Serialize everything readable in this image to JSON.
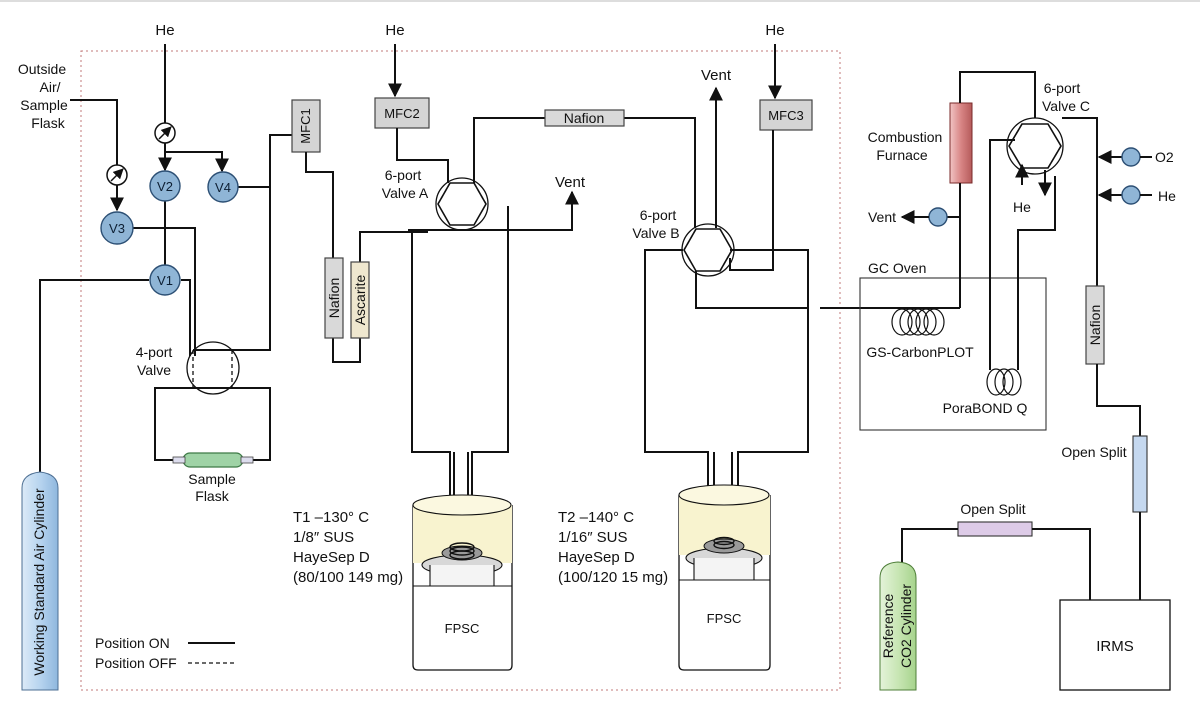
{
  "gases": {
    "he": "He",
    "o2": "O2",
    "vent": "Vent"
  },
  "inlets": {
    "outside_air": [
      "Outside",
      "Air/",
      "Sample",
      "Flask"
    ]
  },
  "valves": {
    "v1": "V1",
    "v2": "V2",
    "v3": "V3",
    "v4": "V4"
  },
  "mfc": {
    "mfc1": "MFC1",
    "mfc2": "MFC2",
    "mfc3": "MFC3"
  },
  "multiport": {
    "four_port": [
      "4-port",
      "Valve"
    ],
    "valve_a": [
      "6-port",
      "Valve A"
    ],
    "valve_b": [
      "6-port",
      "Valve B"
    ],
    "valve_c": [
      "6-port",
      "Valve C"
    ]
  },
  "components": {
    "nafion": "Nafion",
    "ascarite": "Ascarite",
    "sample_flask": [
      "Sample",
      "Flask"
    ],
    "combustion_furnace": [
      "Combustion",
      "Furnace"
    ],
    "gc_oven": "GC Oven",
    "gs_carbonplot": "GS-CarbonPLOT",
    "porabond_q": "PoraBOND Q",
    "open_split": "Open Split",
    "irms": "IRMS",
    "fpsc": "FPSC",
    "working_standard": "Working Standard Air Cylinder",
    "reference_cylinder": [
      "Reference",
      "CO2 Cylinder"
    ]
  },
  "traps": {
    "t1": [
      "T1  –130° C",
      "1/8″ SUS",
      "HayeSep D",
      "(80/100 149 mg)"
    ],
    "t2": [
      "T2  –140° C",
      "1/16″ SUS",
      "HayeSep D",
      "(100/120 15 mg)"
    ]
  },
  "legend": {
    "on": "Position ON",
    "off": "Position OFF"
  },
  "colors": {
    "valve_fill": "#8fb5d6",
    "nafion_fill": "#d9d9d9",
    "ascarite_fill": "#efe7cf",
    "furnace_fill": "#d88585",
    "open_split_blue": "#c5d8ef",
    "open_split_violet": "#ddcbe7",
    "sample_flask_fill": "#9fd3a6",
    "dewar_fill": "#f8f3cf",
    "working_cylinder_fill": "#b7d4ef",
    "reference_cylinder_fill": "#c8e6b4",
    "boundary_dotted": "#c27a7a"
  }
}
